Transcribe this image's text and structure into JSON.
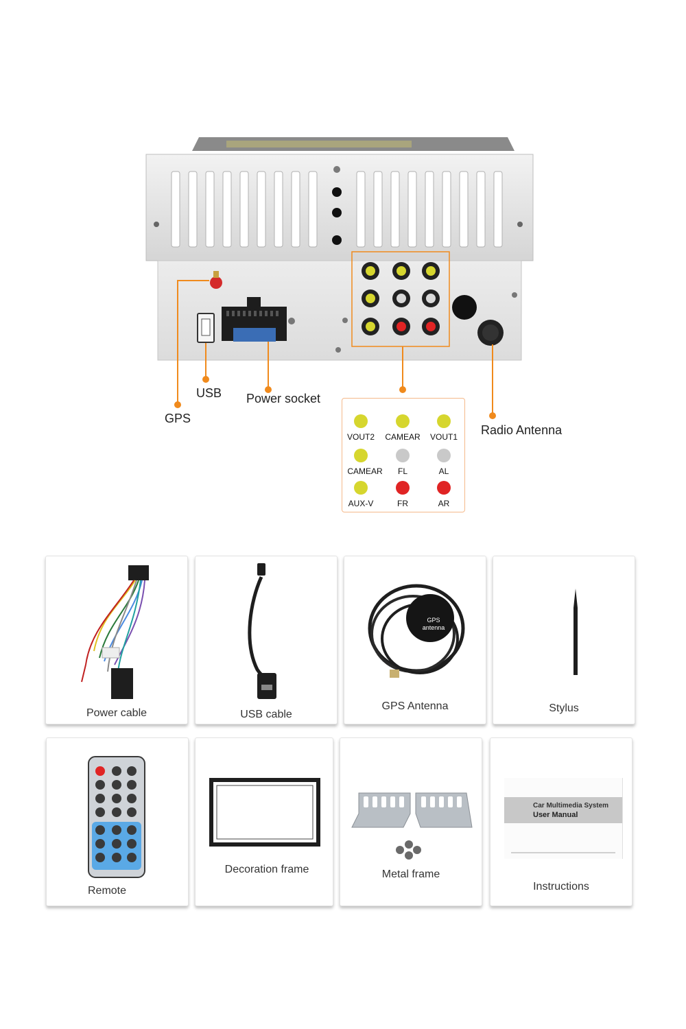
{
  "callouts": {
    "gps": "GPS",
    "usb": "USB",
    "power_socket": "Power socket",
    "radio_antenna": "Radio Antenna"
  },
  "legend": {
    "items": [
      {
        "label": "VOUT2",
        "color": "#d6d62e"
      },
      {
        "label": "CAMEAR",
        "color": "#d6d62e"
      },
      {
        "label": "VOUT1",
        "color": "#d6d62e"
      },
      {
        "label": "CAMEAR",
        "color": "#d6d62e"
      },
      {
        "label": "FL",
        "color": "#c9c9c9"
      },
      {
        "label": "AL",
        "color": "#c9c9c9"
      },
      {
        "label": "AUX-V",
        "color": "#d6d62e"
      },
      {
        "label": "FR",
        "color": "#e02424"
      },
      {
        "label": "AR",
        "color": "#e02424"
      }
    ]
  },
  "accessories": {
    "power_cable": "Power cable",
    "usb_cable": "USB cable",
    "gps_antenna": "GPS Antenna",
    "gps_antenna_text_1": "GPS",
    "gps_antenna_text_2": "antenna",
    "stylus": "Stylus",
    "remote": "Remote",
    "decoration_frame": "Decoration frame",
    "metal_frame": "Metal frame",
    "instructions": "Instructions",
    "manual_title_1": "Car Multimedia System",
    "manual_title_2": "User Manual"
  },
  "colors": {
    "accent": "#f08a1c",
    "rca_yellow": "#d6d62e",
    "rca_white": "#c9c9c9",
    "rca_red": "#e02424",
    "remote_blue": "#5aa9e6"
  }
}
